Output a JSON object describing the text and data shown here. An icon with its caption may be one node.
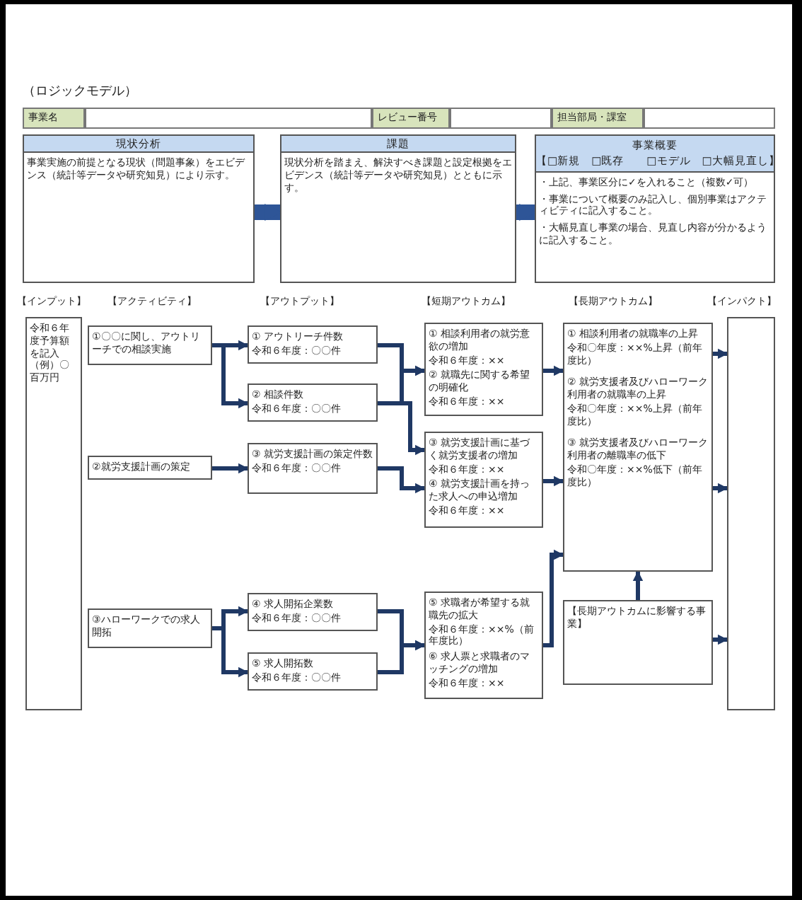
{
  "diagram": {
    "title": "（ロジックモデル）",
    "nodes": [
      {
        "text": [
          "現状分析",
          "事業実施の前提となる現状（問題事象）をエビデンス（統計等データや研究知見）により示す。"
        ]
      },
      {
        "text": [
          "課題",
          "現状分析を踏まえ、解決すべき課題と設定根拠をエビデンス（統計等データや研究知見）とともに示す。"
        ]
      },
      {
        "text": [
          "事業概要",
          "【□新規　□既存　　□モデル　□大幅見直し】",
          "・上記、事業区分に✓を入れること（複数✓可）",
          "・事業について概要のみ記入し、個別事業はアクティビティに記入すること。",
          "・大幅見直し事業の場合、見直し内容が分かるように記入すること。"
        ]
      },
      {
        "text": [
          "令和６年度予算額を記入（例）〇百万円"
        ]
      },
      {
        "text": [
          "①〇〇に関し、アウトリーチでの相談実施"
        ]
      },
      {
        "text": [
          "②就労支援計画の策定"
        ]
      },
      {
        "text": [
          "③ハローワークでの求人開拓"
        ]
      },
      {
        "text": [
          "① アウトリーチ件数",
          "令和６年度：〇〇件"
        ]
      },
      {
        "text": [
          "② 相談件数",
          "令和６年度：〇〇件"
        ]
      },
      {
        "text": [
          "③ 就労支援計画の策定件数",
          "令和６年度：〇〇件"
        ]
      },
      {
        "text": [
          "④ 求人開拓企業数",
          "令和６年度：〇〇件"
        ]
      },
      {
        "text": [
          "⑤ 求人開拓数",
          "令和６年度：〇〇件"
        ]
      },
      {
        "text": [
          "① 相談利用者の就労意欲の増加",
          "令和６年度：××",
          "② 就職先に関する希望の明確化",
          "令和６年度：××"
        ]
      },
      {
        "text": [
          "③ 就労支援計画に基づく就労支援者の増加",
          "令和６年度：××",
          "④ 就労支援計画を持った求人への申込増加",
          "令和６年度：××"
        ]
      },
      {
        "text": [
          "⑤ 求職者が希望する就職先の拡大",
          "令和６年度：××%（前年度比）",
          "⑥ 求人票と求職者のマッチングの増加",
          "令和６年度：××"
        ]
      },
      {
        "text": [
          "① 相談利用者の就職率の上昇",
          "令和〇年度：××%上昇（前年度比）",
          "② 就労支援者及びハローワーク利用者の就職率の上昇",
          "令和〇年度：××%上昇（前年度比）",
          "③ 就労支援者及びハローワーク利用者の離職率の低下",
          "令和〇年度：××%低下（前年度比）"
        ]
      },
      {
        "text": [
          "【長期アウトカムに影響する事業】"
        ]
      },
      {
        "text": [],
        "shape": "box"
      }
    ],
    "edges": [
      {
        "from": 0,
        "to": 1,
        "arrow": "to",
        "style": "thick"
      },
      {
        "from": 1,
        "to": 2,
        "arrow": "to",
        "style": "thick"
      },
      {
        "from": 4,
        "to": 7,
        "arrow": "to"
      },
      {
        "from": 4,
        "to": 8,
        "arrow": "to"
      },
      {
        "from": 5,
        "to": 9,
        "arrow": "to"
      },
      {
        "from": 6,
        "to": 10,
        "arrow": "to"
      },
      {
        "from": 6,
        "to": 11,
        "arrow": "to"
      },
      {
        "from": 7,
        "to": 12,
        "arrow": "to"
      },
      {
        "from": 8,
        "to": 12,
        "arrow": "to"
      },
      {
        "from": 8,
        "to": 13,
        "arrow": "to"
      },
      {
        "from": 9,
        "to": 13,
        "arrow": "to"
      },
      {
        "from": 10,
        "to": 14,
        "arrow": "to"
      },
      {
        "from": 11,
        "to": 14,
        "arrow": "to"
      },
      {
        "from": 12,
        "to": 15,
        "arrow": "to"
      },
      {
        "from": 13,
        "to": 15,
        "arrow": "to"
      },
      {
        "from": 14,
        "to": 15,
        "arrow": "to"
      },
      {
        "from": 16,
        "to": 15,
        "arrow": "to"
      },
      {
        "from": 15,
        "to": 17,
        "arrow": "to"
      },
      {
        "from": 15,
        "to": 17,
        "arrow": "to"
      },
      {
        "from": 16,
        "to": 17,
        "arrow": "to"
      }
    ],
    "labels": [
      "事業名",
      "レビュー番号",
      "担当部局・課室",
      "【インプット】",
      "【アクティビティ】",
      "【アウトプット】",
      "【短期アウトカム】",
      "【長期アウトカム】",
      "【インパクト】"
    ]
  }
}
